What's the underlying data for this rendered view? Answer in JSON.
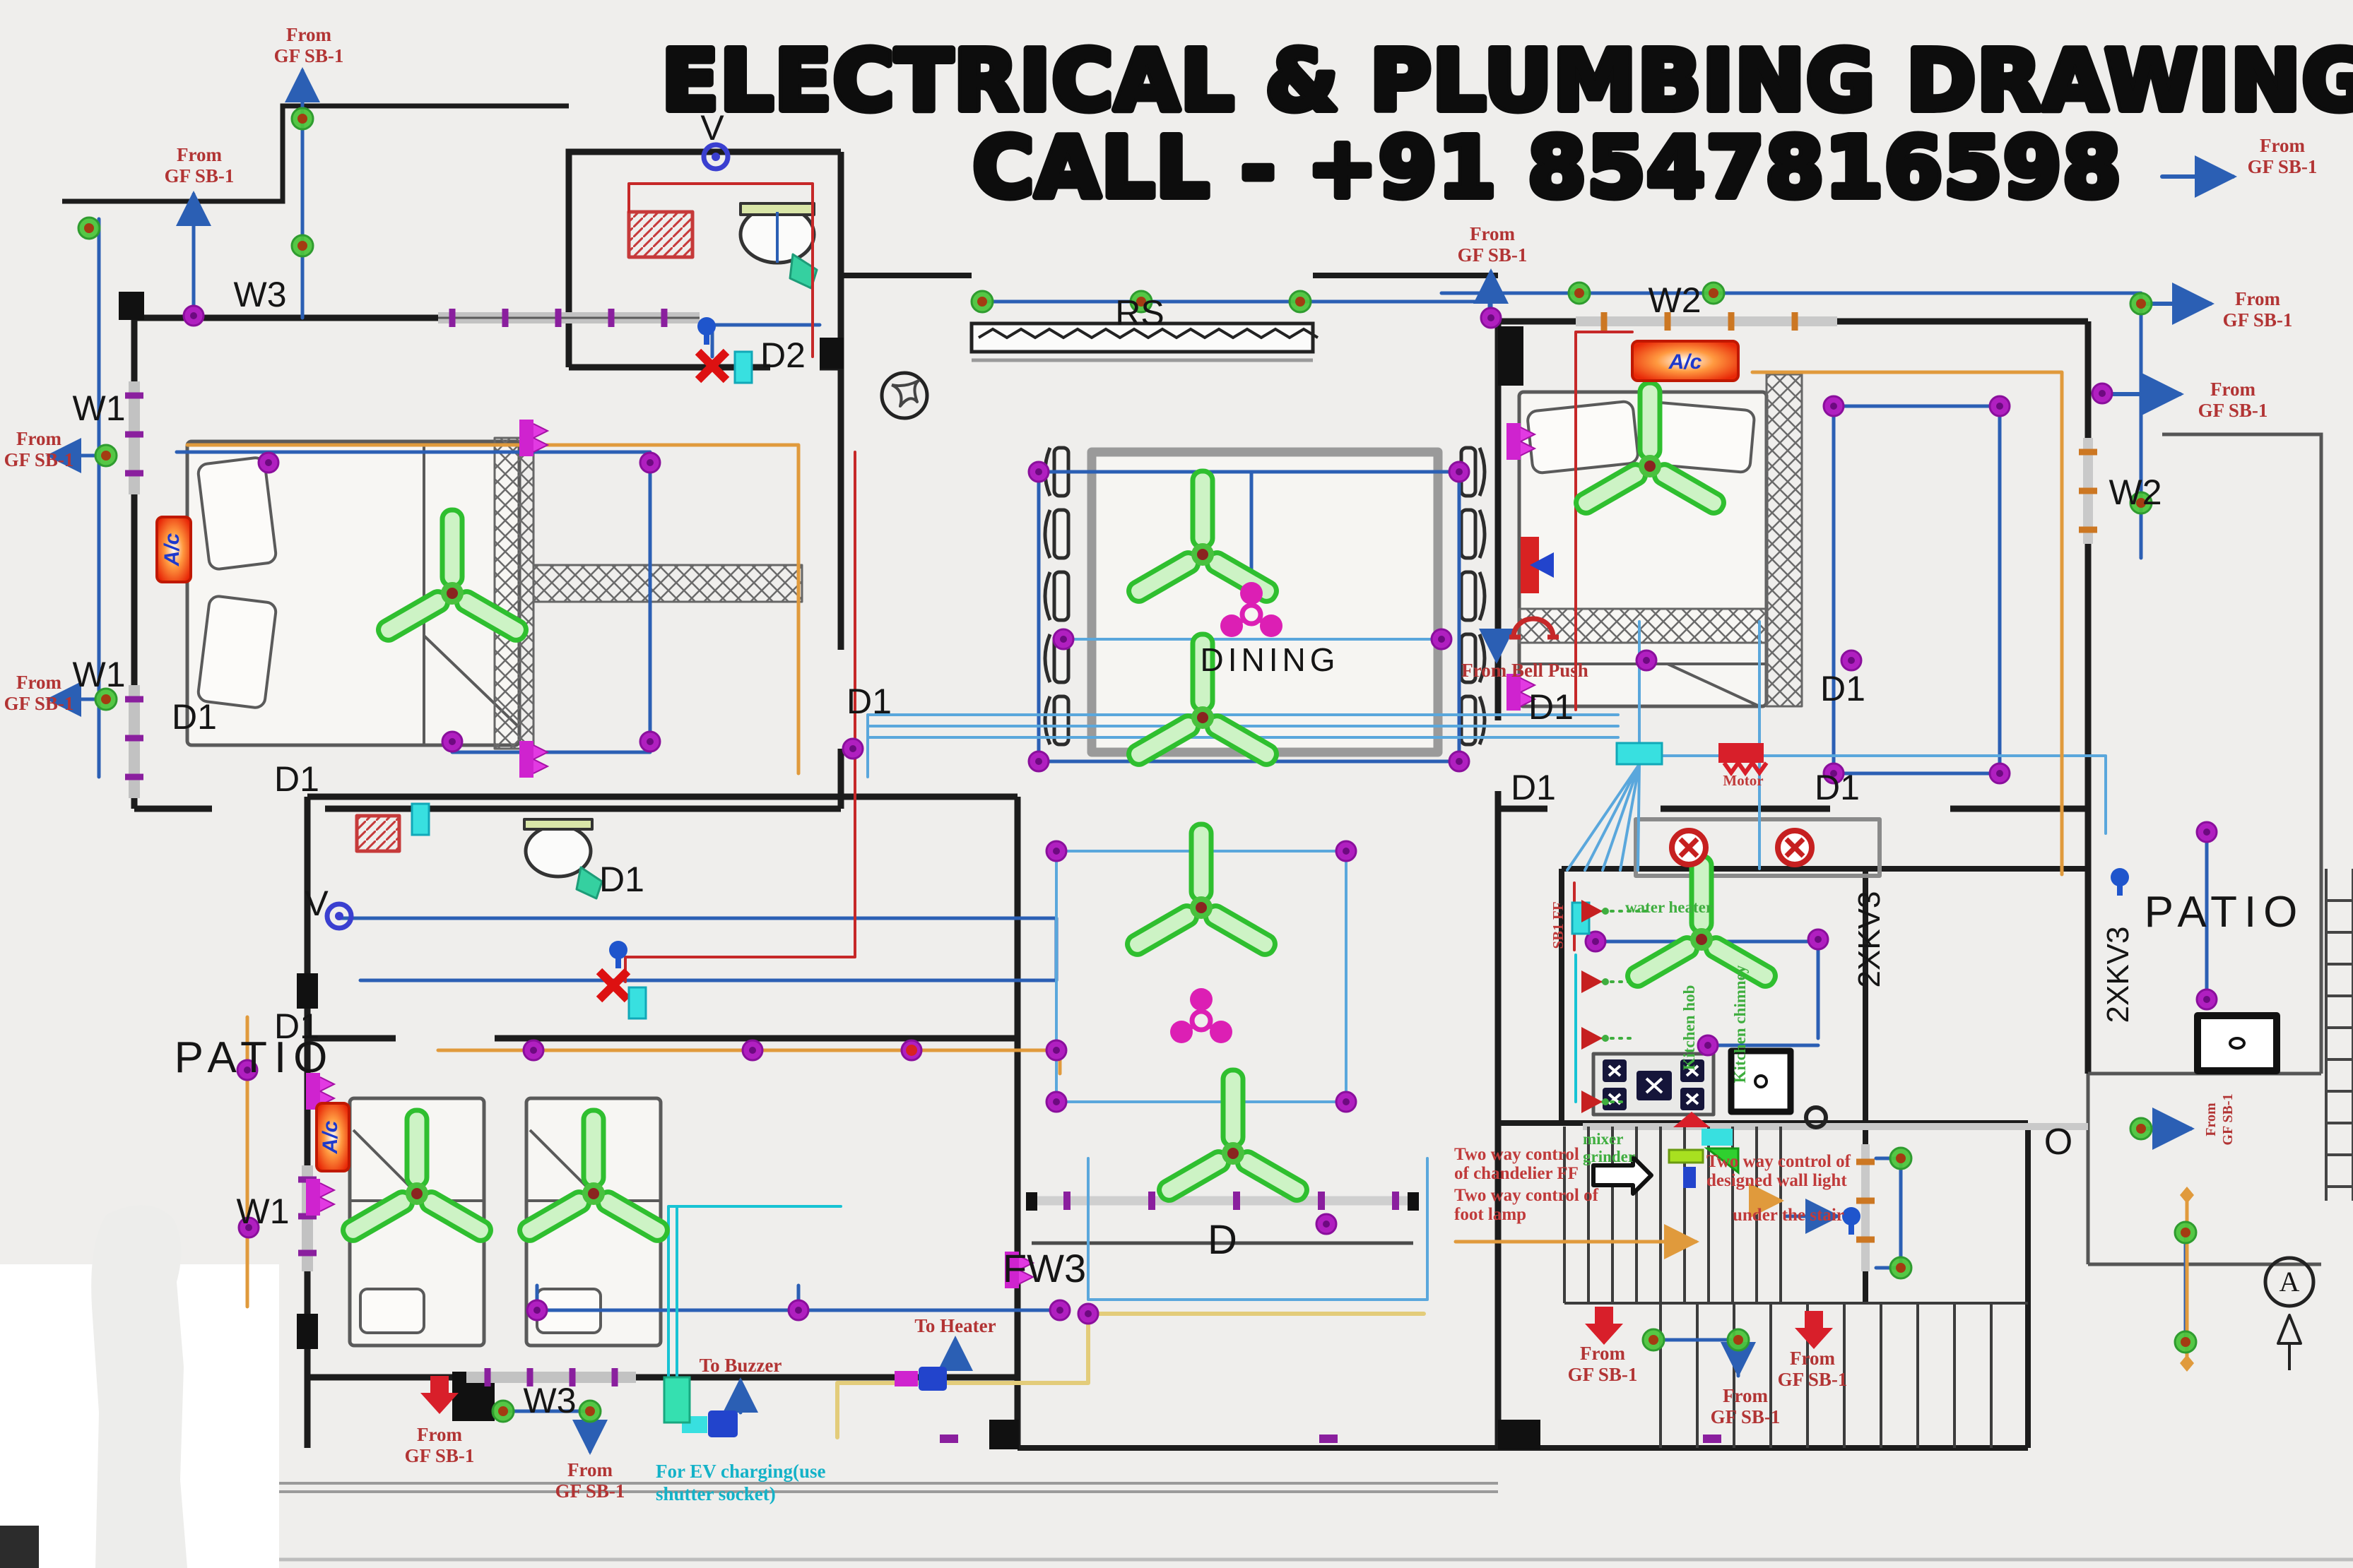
{
  "title": {
    "line1": "ELECTRICAL & PLUMBING DRAWINGS",
    "line2": "CALL - +91 8547816598"
  },
  "labels": {
    "w1": "W1",
    "w2": "W2",
    "w3": "W3",
    "d1": "D1",
    "d2": "D2",
    "v": "V",
    "rs": "RS",
    "fw3": "FW3",
    "d": "D",
    "o": "O",
    "kv": "2XKV3",
    "ac": "A/c",
    "a": "A",
    "dining": "DINING",
    "patio": "PATIO"
  },
  "annotations": {
    "from_l1": "From",
    "from_l2": "GF SB-1",
    "from_bell_push": "From Bell Push",
    "under_stair": "under the stair",
    "to_buzzer": "To Buzzer",
    "to_heater": "To Heater",
    "two_way_chandelier_l1": "Two way control",
    "two_way_chandelier_l2": "of chandelier FF",
    "two_way_foot_l1": "Two way control of",
    "two_way_foot_l2": "foot lamp",
    "two_way_wall_l1": "Two way control of",
    "two_way_wall_l2": "designed wall light",
    "ev_l1": "For EV charging(use",
    "ev_l2": "shutter socket)",
    "water_heater": "water heater",
    "kitchen_hob": "Kitchen hob",
    "kitchen_chimney": "Kitchen chimney",
    "mixer_l1": "mixer",
    "mixer_l2": "grinder",
    "sb1": "SB1 FF",
    "motor": "Motor"
  },
  "colors": {
    "wall": "#1c1c1c",
    "wire_blue": "#2b5fb4",
    "wire_light_blue": "#5aa7dc",
    "wire_cyan": "#17c3d4",
    "wire_red": "#c62828",
    "wire_orange": "#e09a3c",
    "wire_yellow": "#e3cc7a",
    "fan_green": "#2fbf2f",
    "light_green": "#4cc43c",
    "light_purple": "#b01fc0",
    "ac_red": "#e23010",
    "annotation_red": "#b23434"
  }
}
